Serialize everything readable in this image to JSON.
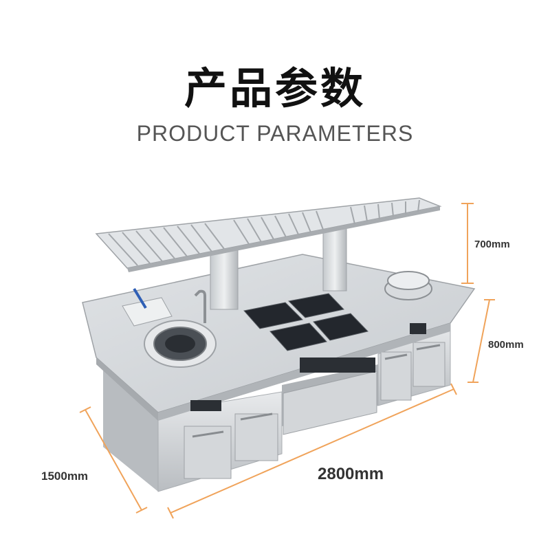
{
  "title": {
    "cn": "产品参数",
    "en": "PRODUCT PARAMETERS"
  },
  "dimensions": {
    "rack_height": "700mm",
    "counter_height": "800mm",
    "depth": "1500mm",
    "length": "2800mm"
  },
  "colors": {
    "dimension_line": "#F0A35A",
    "steel": "#C9CCCF"
  }
}
